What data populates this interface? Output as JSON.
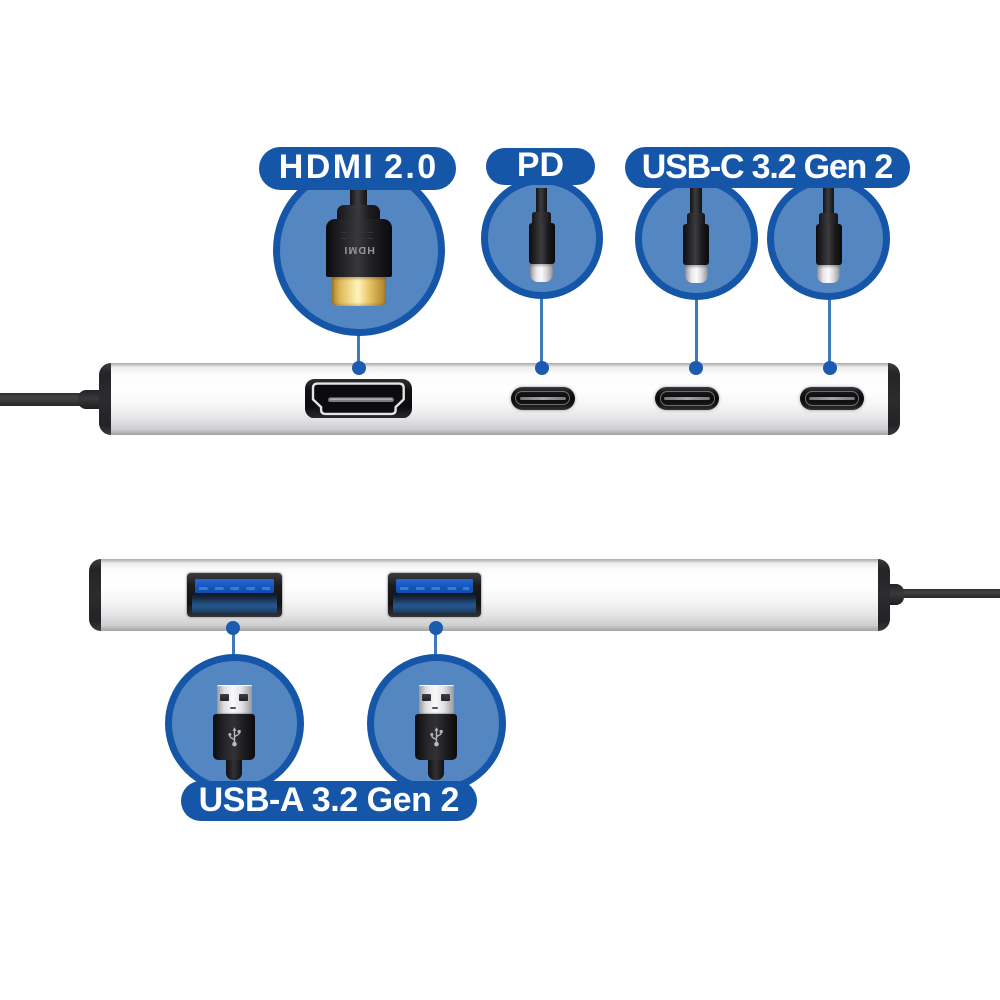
{
  "diagram": {
    "description": "USB hub ports callout diagram",
    "callouts": {
      "hdmi": {
        "label": "HDMI 2.0"
      },
      "pd": {
        "label": "PD"
      },
      "usbc": {
        "label": "USB-C 3.2 Gen 2"
      },
      "usba": {
        "label": "USB-A 3.2 Gen 2"
      }
    },
    "plug_markings": {
      "hdmi_plug_text": "HDMI"
    },
    "colors": {
      "accent": "#1656a9",
      "circleFill": "#5486c2",
      "lineBlue": "#3e79bc",
      "dotBlue": "#1b5cb0",
      "tongueBlue": "#1659c0"
    }
  }
}
